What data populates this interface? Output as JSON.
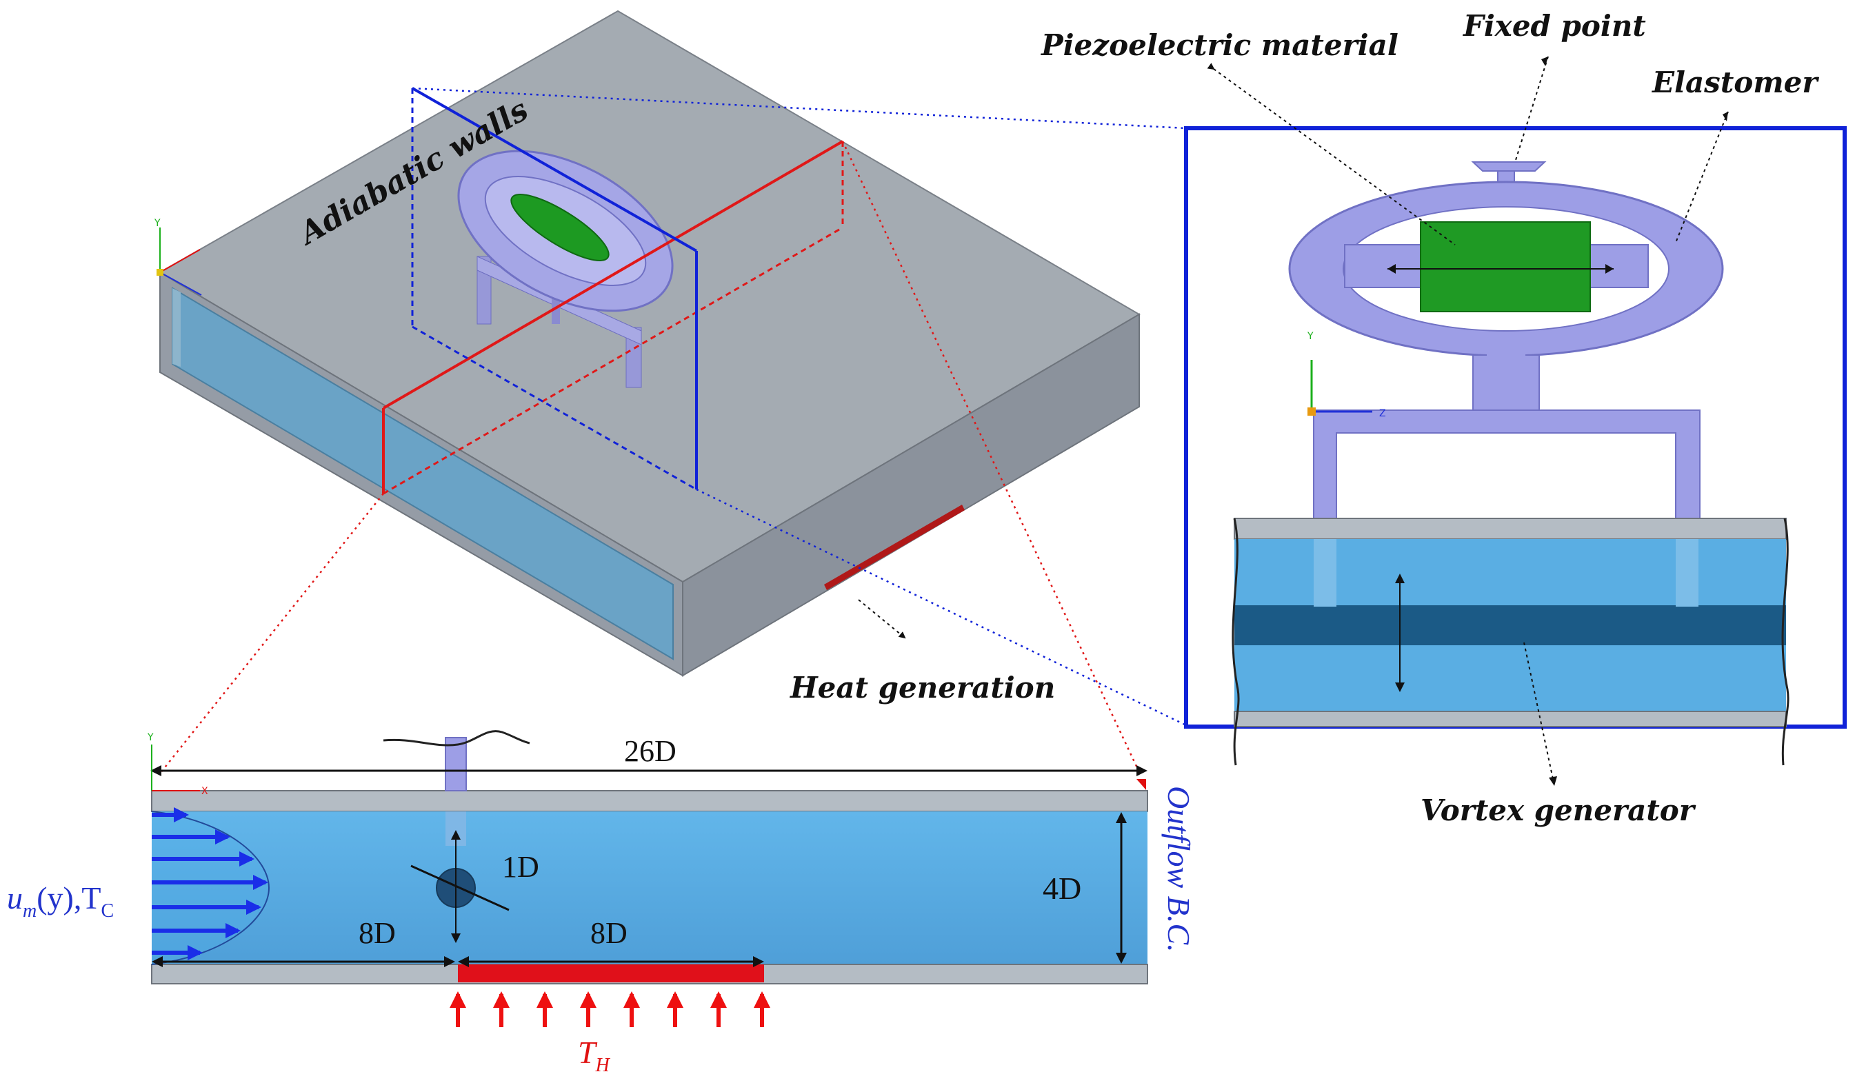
{
  "labels": {
    "piezo": "Piezoelectric material",
    "fixed_point": "Fixed point",
    "elastomer": "Elastomer",
    "adiabatic": "Adiabatic walls",
    "heat_generation": "Heat generation",
    "vortex_generator": "Vortex generator",
    "outflow": "Outflow B.C.",
    "inlet_u": "u",
    "inlet_sub": "m",
    "inlet_rest": "(y),T",
    "inlet_tsub": "C",
    "th": "T",
    "th_sub": "H"
  },
  "dimensions": {
    "length": "26D",
    "height": "4D",
    "diameter": "1D",
    "upstream": "8D",
    "heater": "8D"
  },
  "axes": {
    "y": "Y",
    "z": "Z",
    "x": "X"
  },
  "colors": {
    "channel_gray": "#a9b0b8",
    "water_blue": "#5aaee3",
    "elastomer": "#9d9ee6",
    "piezo_green": "#1f9a24",
    "heater_red": "#e0101a",
    "frame_blue": "#1022d8",
    "plane_red": "#e01818"
  }
}
